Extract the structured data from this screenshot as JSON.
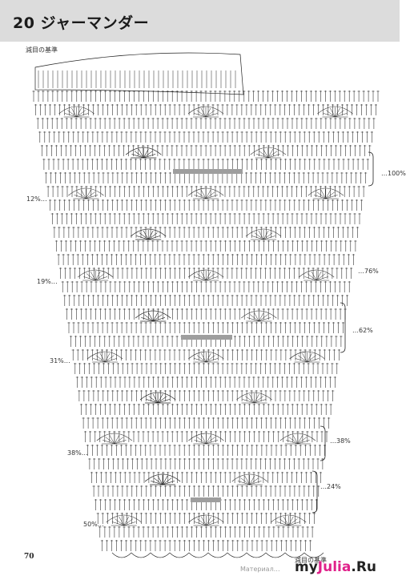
{
  "page": {
    "title": "20 ジャーマンダー",
    "page_number": "70"
  },
  "labels": {
    "top_reduction_base": "減目の基準",
    "bottom_reduction_base": "減目の基準",
    "p100": "…100%",
    "p12": "12%…",
    "p76": "…76%",
    "p19": "19%…",
    "p62": "…62%",
    "p31": "31%…",
    "p38_right": "…38%",
    "p38_left": "38%…",
    "p24": "…24%",
    "p50": "50%…"
  },
  "watermark": {
    "small": "Материал…",
    "brand_prefix": "my",
    "brand_accent": "Julia",
    "brand_suffix": ".Ru"
  },
  "colors": {
    "header_bg": "#dcdcdc",
    "ink": "#222222",
    "highlight": "#9e9e9e",
    "watermark_accent": "#e0218a"
  }
}
